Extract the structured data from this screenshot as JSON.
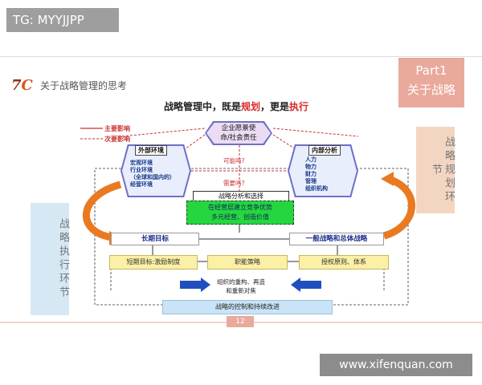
{
  "watermark": "TG: MYYJJPP",
  "header": {
    "logo_main": "7",
    "logo_accent": "C",
    "title": "关于战略管理的思考"
  },
  "part": {
    "label": "Part1",
    "title": "关于战略"
  },
  "main_title": {
    "prefix": "战略管理中，既是",
    "plan": "规划",
    "mid": "，更是",
    "execute": "执行"
  },
  "legend": {
    "primary": "主要影响",
    "secondary": "次要影响"
  },
  "mission": {
    "line1": "企业愿景使",
    "line2": "命/社会责任"
  },
  "external": {
    "title": "外部环境",
    "items": [
      "宏观环境",
      "行业环境",
      "（全球和国内的）",
      "经营环境"
    ]
  },
  "internal": {
    "title": "内部分析",
    "items": [
      "人力",
      "物力",
      "财力",
      "管理",
      "组织机构"
    ]
  },
  "questions": {
    "possible": "可能吗?",
    "needed": "需要吗?"
  },
  "analysis": {
    "label": "战略分析和选择",
    "line1": "在经营层建立竞争优势",
    "line2": "多元经营、创造价值"
  },
  "goals": {
    "long_term": "长期目标",
    "general": "一般战略和总体战略"
  },
  "yellow": {
    "short_term": "短期目标:激励制度",
    "functional": "职能策略",
    "authorization": "授权原则、体系"
  },
  "org": {
    "line1": "组织的重构、再造",
    "line2": "和重新对焦"
  },
  "bottom": "战略的控制和持续改进",
  "left_panel": "战略执行环节",
  "right_panel": "战略规划环节",
  "page_number": "12",
  "site": "www.xifenquan.com",
  "colors": {
    "accent": "#e9a99b",
    "arrow_orange": "#e97a22",
    "dashed_red": "#c33333",
    "blue": "#1b2e8a"
  }
}
